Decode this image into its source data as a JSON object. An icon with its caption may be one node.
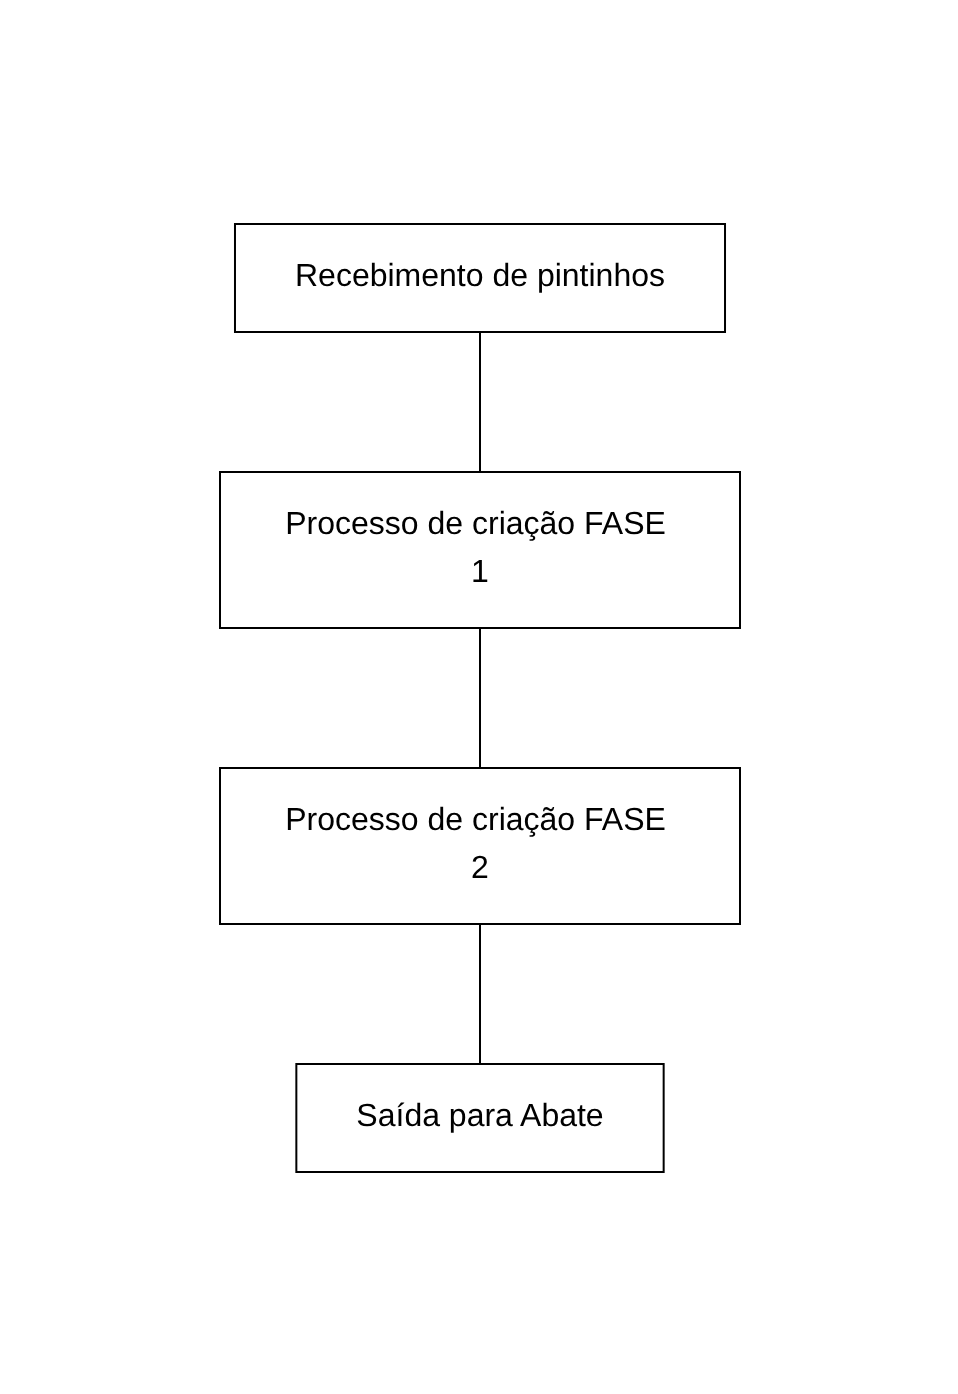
{
  "diagram": {
    "nodes": [
      {
        "text": [
          "Recebimento de pintinhos"
        ]
      },
      {
        "text": [
          "Processo de criação FASE 1"
        ]
      },
      {
        "text": [
          "Processo de criação FASE 2"
        ]
      },
      {
        "text": [
          "Saída para Abate"
        ]
      }
    ],
    "edges": [
      {
        "from": 0,
        "to": 1,
        "arrow": "none"
      },
      {
        "from": 1,
        "to": 2,
        "arrow": "none"
      },
      {
        "from": 2,
        "to": 3,
        "arrow": "none"
      }
    ]
  }
}
